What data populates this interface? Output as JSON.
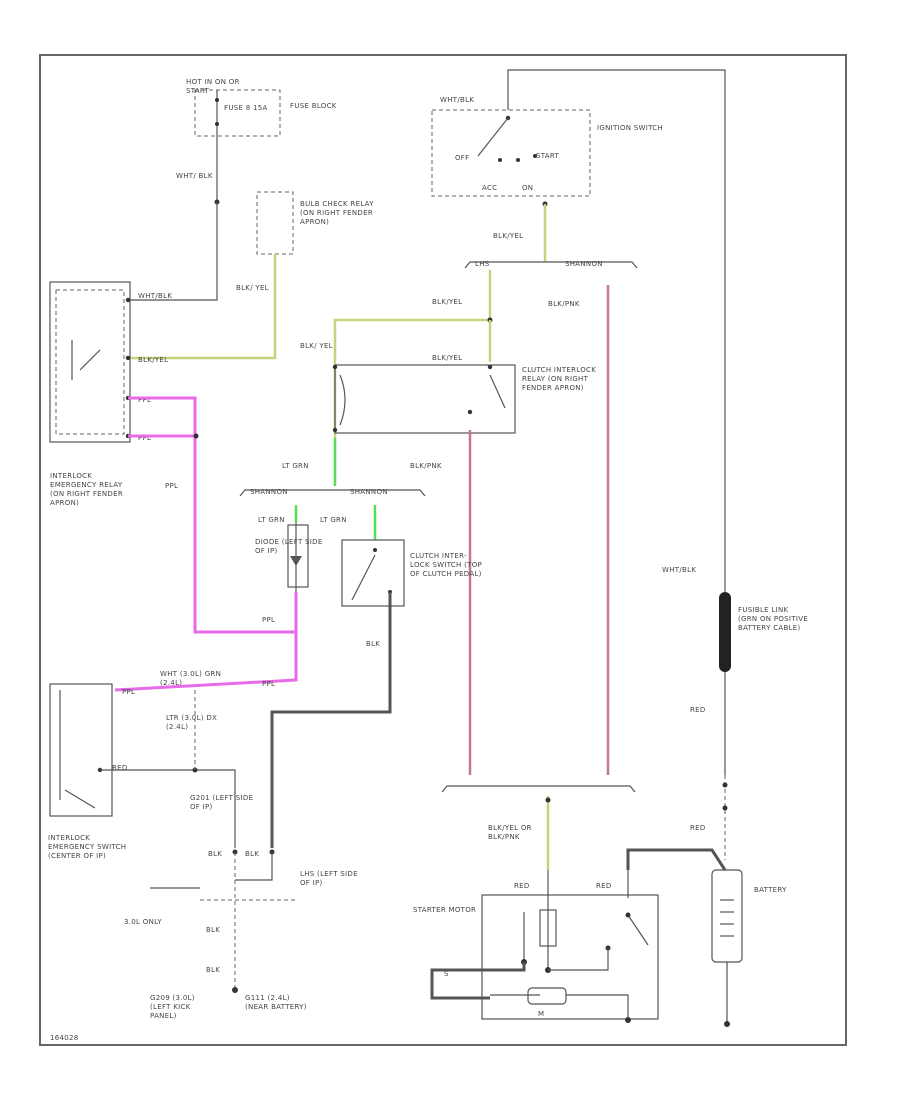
{
  "fuse_block": {
    "header": "HOT IN ON OR START",
    "fuse": "FUSE 8 15A",
    "name": "FUSE BLOCK"
  },
  "ignition_switch": {
    "name": "IGNITION SWITCH",
    "wire_top": "WHT/BLK",
    "positions": {
      "off": "OFF",
      "start": "START",
      "acc": "ACC",
      "on": "ON"
    }
  },
  "wires": {
    "wht_blk_fuse": "WHT/ BLK",
    "blk_yel_bulb": "BLK/ YEL",
    "blk_yel_ign": "BLK/YEL",
    "blk_yel_upper": "BLK/YEL",
    "blk_yel_relay": "BLK/YEL",
    "blk_yel_left": "BLK/ YEL",
    "blk_pnk_upper": "BLK/PNK",
    "blk_pnk_mid": "BLK/PNK",
    "lt_grn_a": "LT GRN",
    "lt_grn_b": "LT GRN",
    "lt_grn_c": "LT GRN",
    "ppl_a": "PPL",
    "ppl_b": "PPL",
    "ppl_c": "PPL",
    "ppl_d": "PPL",
    "blk_clutch": "BLK",
    "wht_blk_battery": "WHT/BLK",
    "red_a": "RED",
    "red_b": "RED",
    "red_c": "RED",
    "red_d": "RED",
    "blk_a": "BLK",
    "blk_b": "BLK",
    "blk_yel_or_pnk": "BLK/YEL OR BLK/PNK"
  },
  "connectors": {
    "ign_left": "LHS",
    "ign_right": "SHANNON",
    "mid_left": "SHANNON",
    "mid_right": "SHANNON"
  },
  "bulb_check_relay": "BULB CHECK RELAY (ON RIGHT FENDER APRON)",
  "interlock_relay": {
    "name": "INTERLOCK EMERGENCY RELAY (ON RIGHT FENDER APRON)",
    "pin1": "WHT/BLK",
    "pin2": "BLK/YEL",
    "pin3": "PPL",
    "pin4": "PPL"
  },
  "clutch_relay": "CLUTCH INTERLOCK RELAY (ON RIGHT FENDER APRON)",
  "diode": "DIODE (LEFT SIDE OF IP)",
  "clutch_switch": "CLUTCH INTER- LOCK SWITCH (TOP OF CLUTCH PEDAL)",
  "fusible_link": "FUSIBLE LINK (GRN ON POSITIVE BATTERY CABLE)",
  "emergency_switch": {
    "name": "INTERLOCK EMERGENCY SWITCH (CENTER OF IP)",
    "note_a": "WHT (3.0L) GRN (2.4L)",
    "note_b": "LTR (3.0L) DX (2.4L)",
    "wire": "RED"
  },
  "grounds": {
    "g201": "G201 (LEFT SIDE OF IP)",
    "lhs": "LHS (LEFT SIDE OF IP)",
    "only": "3.0L ONLY",
    "g209": "G209 (3.0L) (LEFT KICK PANEL)",
    "g111": "G111 (2.4L) (NEAR BATTERY)"
  },
  "terminals": {
    "a": "BLK",
    "b": "BLK"
  },
  "starter": {
    "name": "STARTER MOTOR",
    "s": "S",
    "m": "M"
  },
  "battery": {
    "name": "BATTERY"
  },
  "footer_id": "164028"
}
